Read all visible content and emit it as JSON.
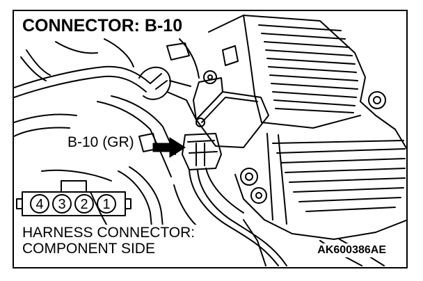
{
  "title": "CONNECTOR: B-10",
  "callout_label": "B-10 (GR)",
  "caption": {
    "line1": "HARNESS CONNECTOR:",
    "line2": "COMPONENT SIDE"
  },
  "figure_code": "AK600386AE",
  "connector_pins": [
    "4",
    "3",
    "2",
    "1"
  ],
  "icons": {
    "arrow": "pointer-arrow-icon"
  }
}
